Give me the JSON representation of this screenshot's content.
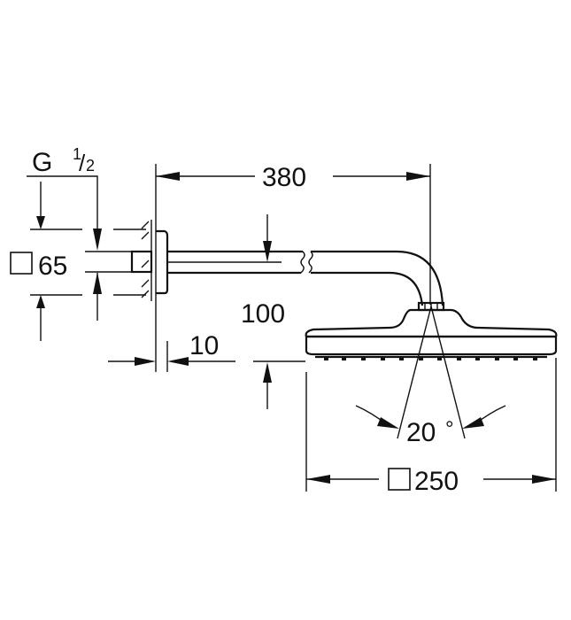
{
  "drawing": {
    "title": "Shower head with shower arm - dimension drawing",
    "stroke_color": "#111111",
    "background": "#ffffff"
  },
  "dimensions": {
    "thread": {
      "letter": "G",
      "numerator": "1",
      "slash": "/",
      "denominator": "2"
    },
    "flange_square": {
      "symbol": "square",
      "value": "65"
    },
    "arm_length": {
      "value": "380"
    },
    "drop_height": {
      "value": "100"
    },
    "wall_gap": {
      "value": "10"
    },
    "spray_angle": {
      "value": "20",
      "unit": "°"
    },
    "head_square": {
      "symbol": "square",
      "value": "250"
    }
  }
}
